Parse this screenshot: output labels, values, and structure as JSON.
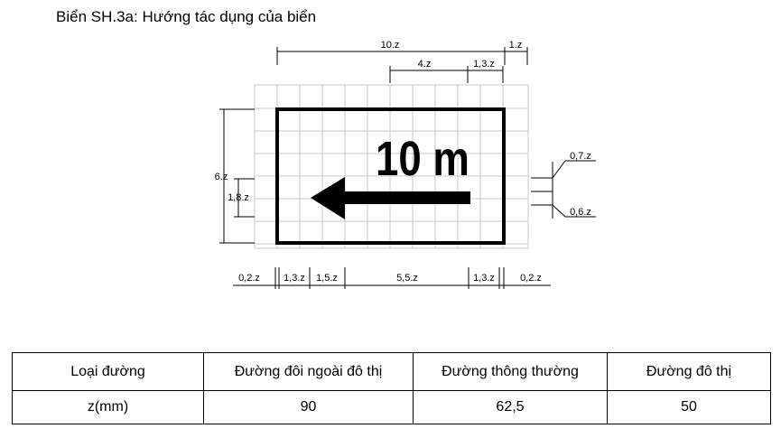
{
  "title": "Biển SH.3a: Hướng tác dụng của biển",
  "sign": {
    "text": "10 m",
    "colors": {
      "ink": "#000000",
      "grid": "#c8c8c8",
      "background": "#ffffff"
    },
    "icon": "arrow-left-icon"
  },
  "dimensions": {
    "top_overall": "10.z",
    "top_outer": "1.z",
    "top_text": "4.z",
    "top_right": "1,3.z",
    "left_height": "6.z",
    "left_arrow": "1,8.z",
    "right_upper": "0,7.z",
    "right_lower": "0,6.z",
    "bottom": [
      "0,2.z",
      "1,3.z",
      "1,5.z",
      "5,5.z",
      "1,3.z",
      "0,2.z"
    ]
  },
  "table": {
    "headers": [
      "Loại đường",
      "Đường đôi ngoài đô thị",
      "Đường thông thường",
      "Đường đô thị"
    ],
    "row": [
      "z(mm)",
      "90",
      "62,5",
      "50"
    ]
  }
}
